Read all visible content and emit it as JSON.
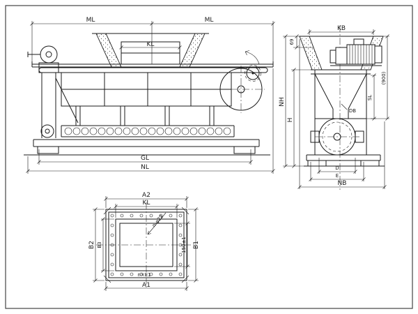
{
  "colors": {
    "ink": "#1a1a1a",
    "border": "#444444",
    "background": "#ffffff"
  },
  "front_view": {
    "dims": {
      "ml_left": "ML",
      "ml_right": "ML",
      "kl": "KL",
      "gl": "GL",
      "nl": "NL"
    }
  },
  "side_view": {
    "dims": {
      "kb": "KB",
      "lip": "69",
      "nh": "NH",
      "h": "H",
      "db": "DB",
      "sl": "SL",
      "ref_height": "(900)",
      "d": "D",
      "e": "E",
      "nb": "NB"
    }
  },
  "plan_view": {
    "dims": {
      "a2": "A2",
      "kl": "KL",
      "a1": "A1",
      "b2": "B2",
      "b3": "B3",
      "b1": "B1",
      "inner_height": "150±1",
      "holes": "n-φ22",
      "hole_spacing": "n×E1"
    }
  }
}
